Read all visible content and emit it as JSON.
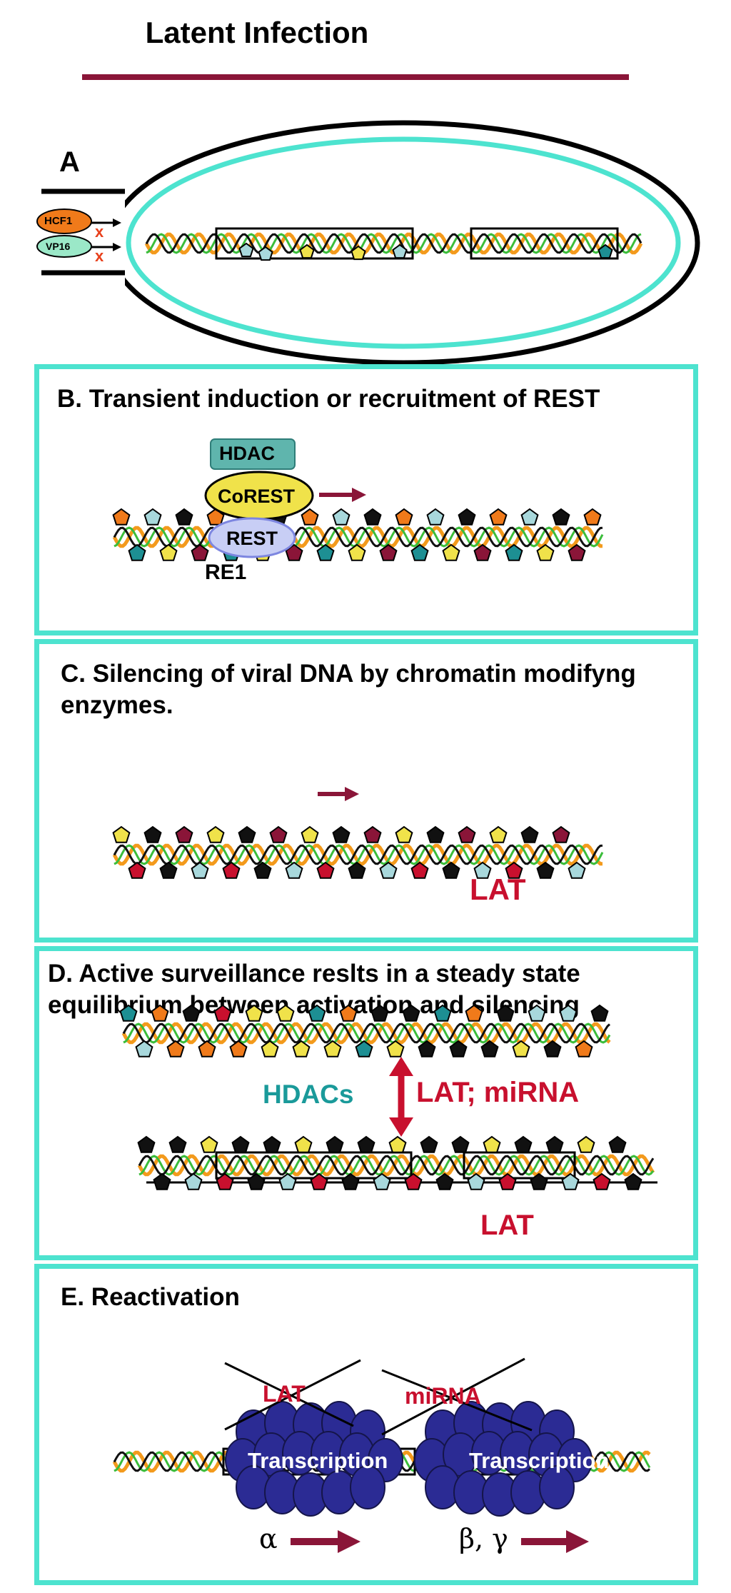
{
  "title": "Latent Infection",
  "panel_a": {
    "letter": "A",
    "factors": [
      "HCF1",
      "VP16"
    ],
    "block_mark": "x"
  },
  "panel_b": {
    "heading": "B. Transient induction or recruitment of REST",
    "complex": [
      "HDAC",
      "CoREST",
      "REST"
    ],
    "site": "RE1"
  },
  "panel_c": {
    "heading": "C. Silencing of viral DNA by chromatin modifyng\n    enzymes.",
    "label": "LAT"
  },
  "panel_d": {
    "heading": "D. Active surveillance reslts in a steady state\n   equilibrium between activation and silencing",
    "left_label": "HDACs",
    "right_label": "LAT; miRNA",
    "bottom_label": "LAT"
  },
  "panel_e": {
    "heading": "E. Reactivation",
    "crossed": [
      "LAT",
      "miRNA"
    ],
    "polymerase": "Transcription",
    "gene_classes": [
      "α",
      "β, γ"
    ]
  },
  "colors": {
    "accent_border": "#4de3cf",
    "arrow": "#8a1538",
    "label_red": "#c8102e",
    "hdacs_teal": "#1a9a9a",
    "polymerase": "#2b2b94"
  }
}
